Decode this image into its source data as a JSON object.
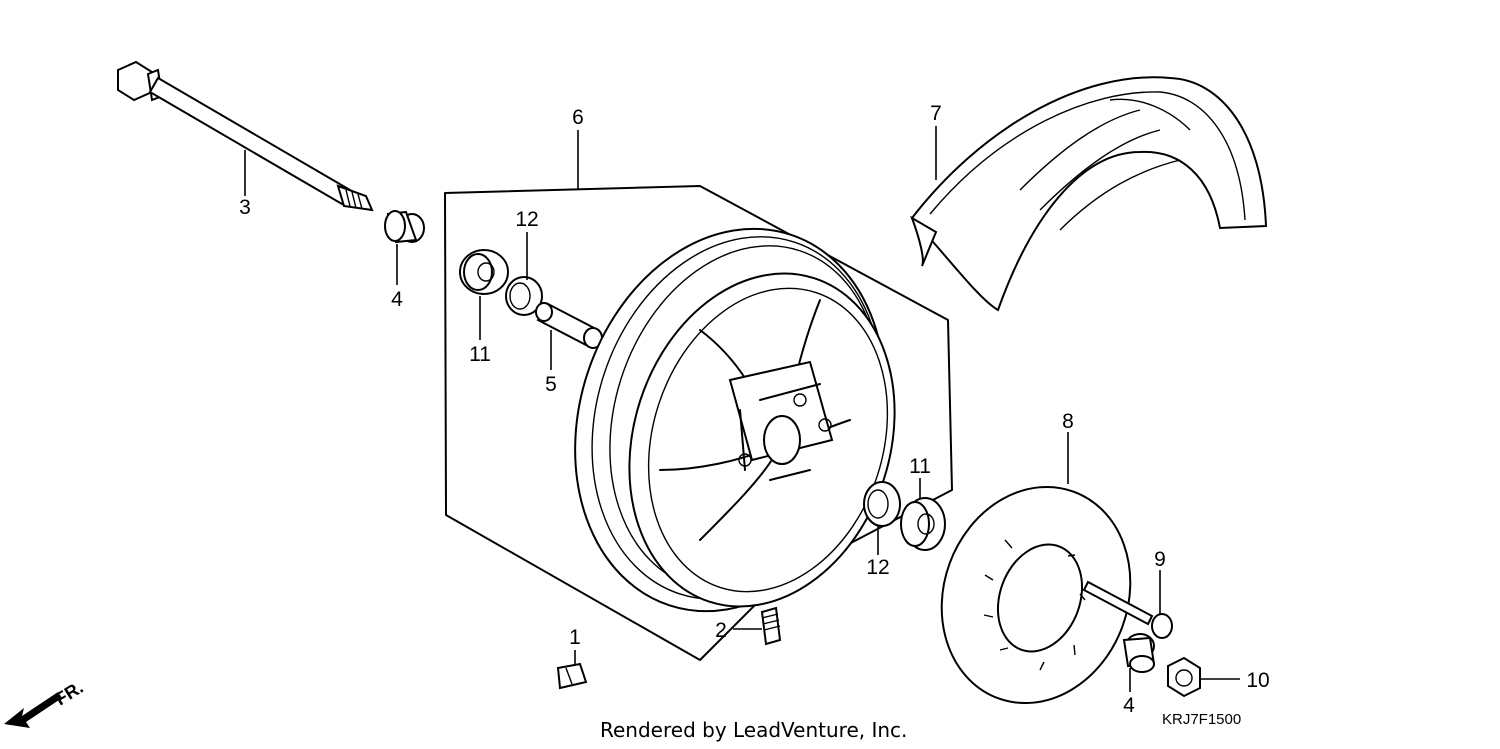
{
  "parts": [
    {
      "ref": "1"
    },
    {
      "ref": "2"
    },
    {
      "ref": "3"
    },
    {
      "ref": "4"
    },
    {
      "ref": "4"
    },
    {
      "ref": "5"
    },
    {
      "ref": "6"
    },
    {
      "ref": "7"
    },
    {
      "ref": "8"
    },
    {
      "ref": "9"
    },
    {
      "ref": "10"
    },
    {
      "ref": "11"
    },
    {
      "ref": "11"
    },
    {
      "ref": "12"
    },
    {
      "ref": "12"
    }
  ],
  "diagram_code": "KRJ7F1500",
  "credit": "Rendered by LeadVenture, Inc.",
  "direction_label": "FR."
}
